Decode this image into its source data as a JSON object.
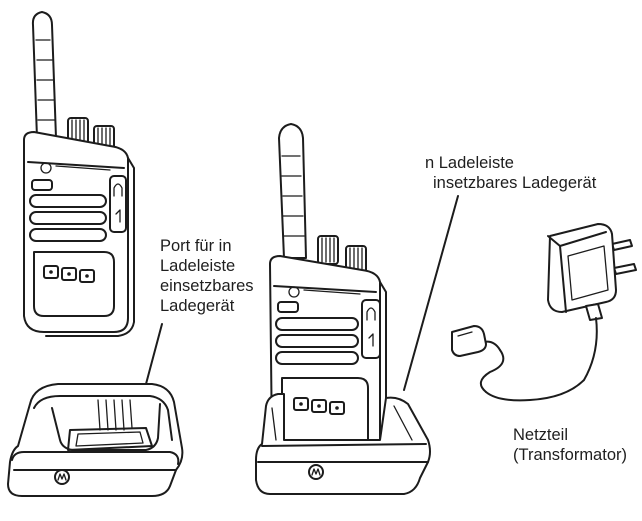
{
  "labels": {
    "port_in_charger": [
      "Port für in",
      "Ladeleiste",
      "einsetzbares",
      "Ladegerät"
    ],
    "charger_insert": [
      "n Ladeleiste",
      "insetzbares Ladegerät"
    ],
    "power_adapter": [
      "Netzteil",
      "(Transformator)"
    ]
  },
  "parts": {
    "radio_left": "two-way radio (front view, angled)",
    "charger_base_left": "desktop charging cradle (empty)",
    "radio_docked": "two-way radio seated in charging cradle",
    "power_adapter": "wall plug transformer with cable"
  },
  "colors": {
    "line": "#1c1c1c",
    "background": "#ffffff",
    "text": "#1e1e1e"
  }
}
